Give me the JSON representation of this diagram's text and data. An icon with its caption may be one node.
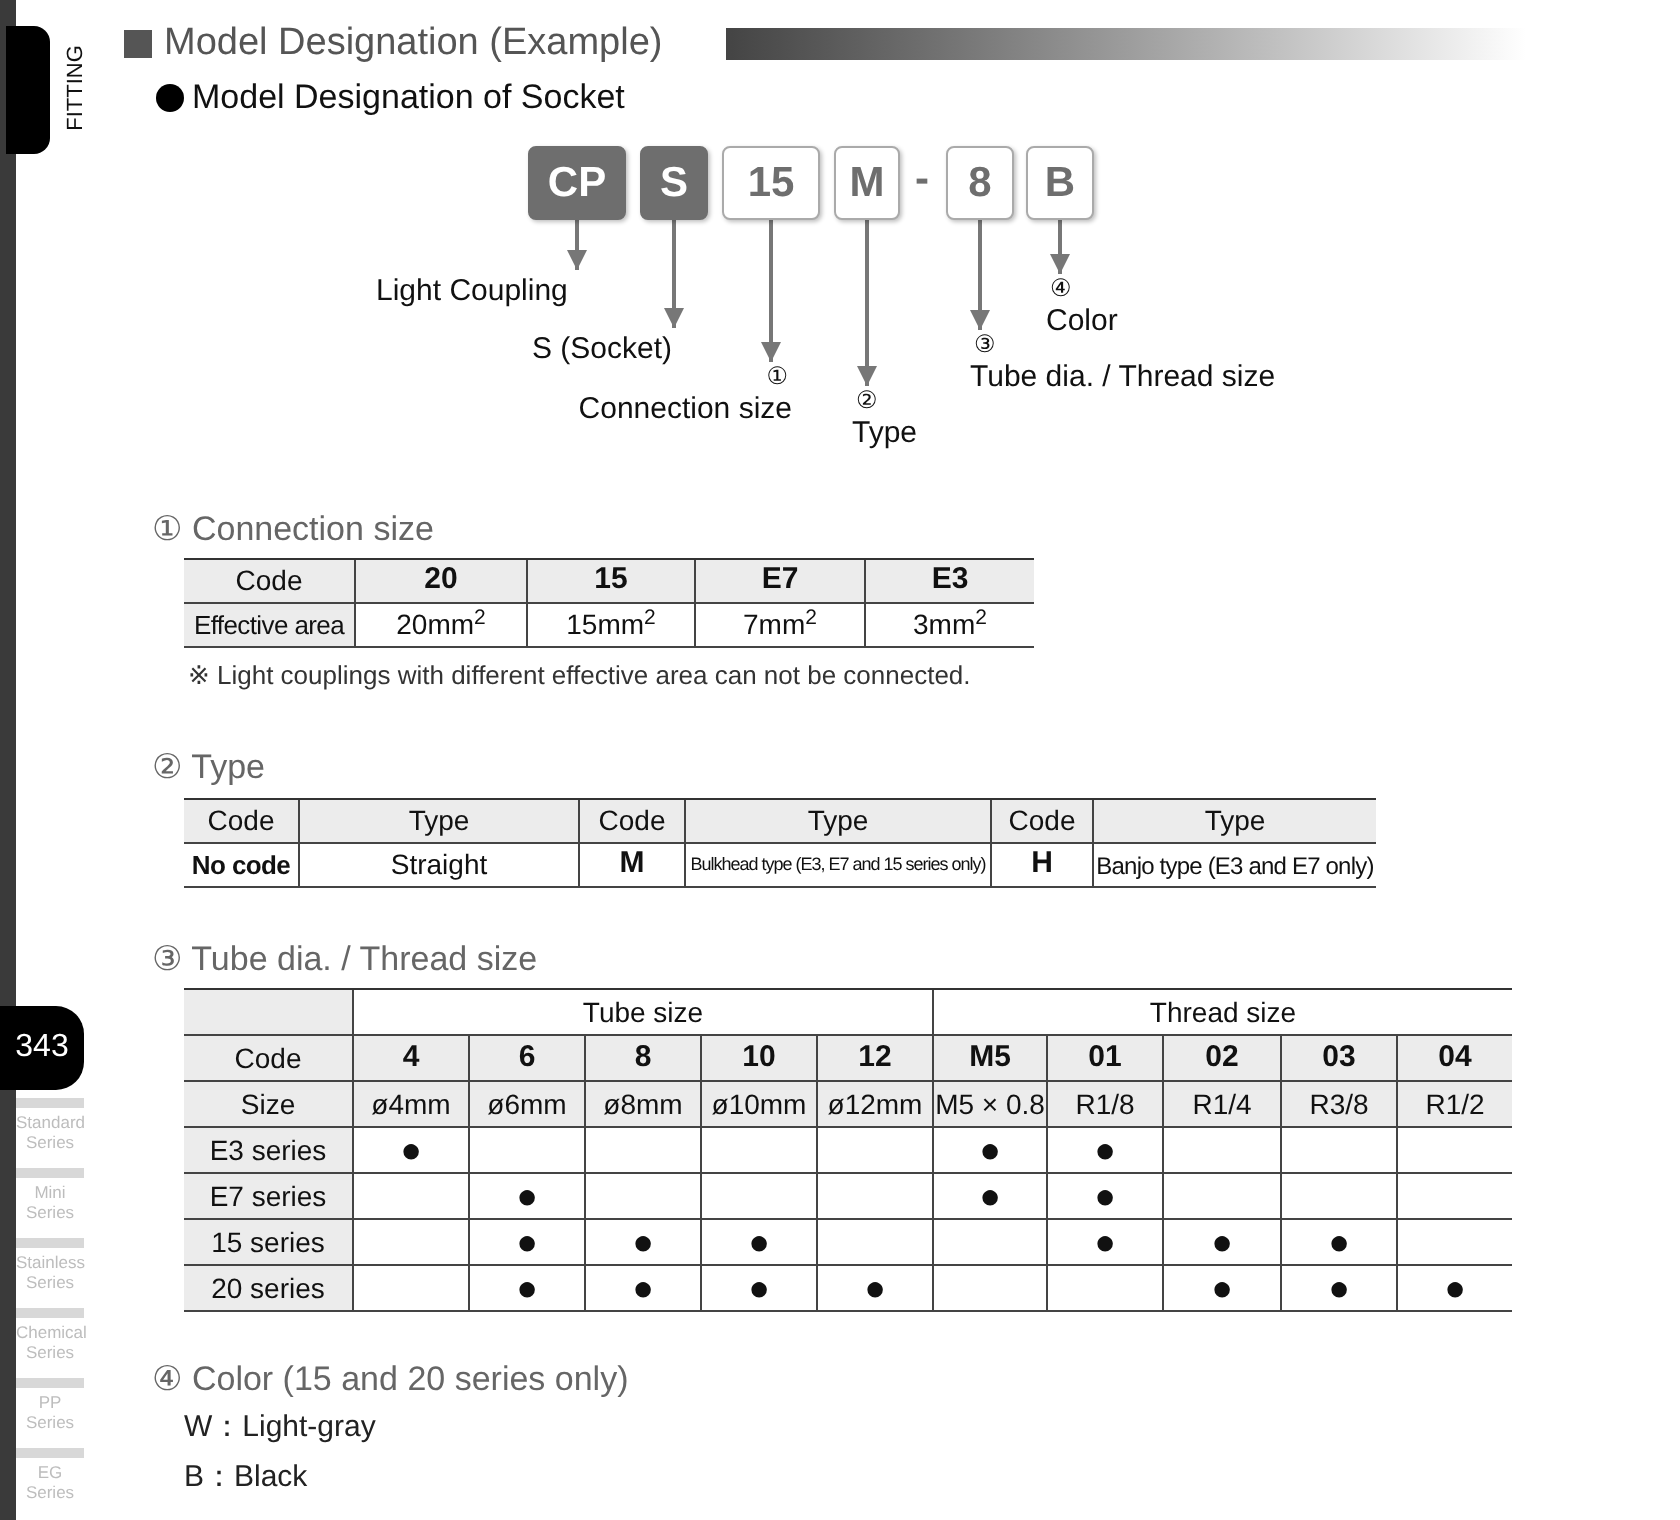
{
  "diagram": {
    "title": "Model Designation (Example)",
    "nodes": [
      {
        "text": [
          "CP"
        ]
      },
      {
        "text": [
          "S"
        ]
      },
      {
        "text": [
          "15"
        ]
      },
      {
        "text": [
          "M"
        ]
      },
      {
        "text": [
          "8"
        ]
      },
      {
        "text": [
          "B"
        ]
      },
      {
        "text": [
          "Light Coupling"
        ]
      },
      {
        "text": [
          "S (Socket)"
        ]
      },
      {
        "text": [
          "①",
          "Connection size"
        ]
      },
      {
        "text": [
          "②",
          "Type"
        ]
      },
      {
        "text": [
          "③",
          "Tube dia. / Thread size"
        ]
      },
      {
        "text": [
          "④",
          "Color"
        ]
      },
      {
        "text": [
          "343"
        ]
      },
      {
        "text": [],
        "shape": "bar"
      }
    ],
    "edges": [
      {
        "from": 0,
        "to": 6,
        "arrow": "to"
      },
      {
        "from": 1,
        "to": 7,
        "arrow": "to"
      },
      {
        "from": 2,
        "to": 8,
        "arrow": "to"
      },
      {
        "from": 3,
        "to": 9,
        "arrow": "to"
      },
      {
        "from": 4,
        "to": 10,
        "arrow": "to"
      },
      {
        "from": 5,
        "to": 11,
        "arrow": "to"
      }
    ],
    "labels": [
      "Model Designation of Socket",
      "-",
      "① Connection size",
      "Code",
      "20",
      "15",
      "E7",
      "E3",
      "Effective area",
      "20mm$^{2}$",
      "15mm$^{2}$",
      "7mm$^{2}$",
      "3mm$^{2}$",
      "※ Light couplings with different effective area can not be connected.",
      "② Type",
      "Code",
      "Type",
      "Code",
      "Type",
      "Code",
      "Type",
      "No code",
      "Straight",
      "M",
      "Bulkhead type (E3, E7 and 15 series only)",
      "H",
      "Banjo type (E3 and E7 only)",
      "③ Tube dia. / Thread size",
      "Tube size",
      "Thread size",
      "Code",
      "4",
      "6",
      "8",
      "10",
      "12",
      "M5",
      "01",
      "02",
      "03",
      "04",
      "Size",
      "ø4mm",
      "ø6mm",
      "ø8mm",
      "ø10mm",
      "ø12mm",
      "M5 × 0.8",
      "R1/8",
      "R1/4",
      "R3/8",
      "R1/2",
      "E3 series",
      "●",
      "●",
      "●",
      "E7 series",
      "●",
      "●",
      "●",
      "15 series",
      "●",
      "●",
      "●",
      "●",
      "●",
      "●",
      "20 series",
      "●",
      "●",
      "●",
      "●",
      "●",
      "●",
      "●",
      "④ Color (15 and 20 series only)",
      "W：Light-gray",
      "B：Black",
      "FITTING",
      "Standard Series",
      "Mini Series",
      "Stainless Series",
      "Chemical Series",
      "PP Series",
      "EG Series"
    ]
  }
}
